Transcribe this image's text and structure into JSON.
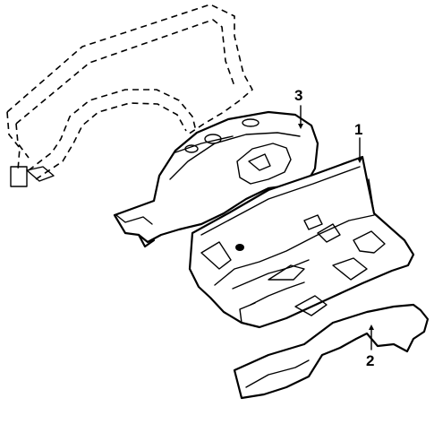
{
  "diagram": {
    "callouts": [
      {
        "id": "part-1",
        "label": "1"
      },
      {
        "id": "part-2",
        "label": "2"
      },
      {
        "id": "part-3",
        "label": "3"
      }
    ]
  }
}
